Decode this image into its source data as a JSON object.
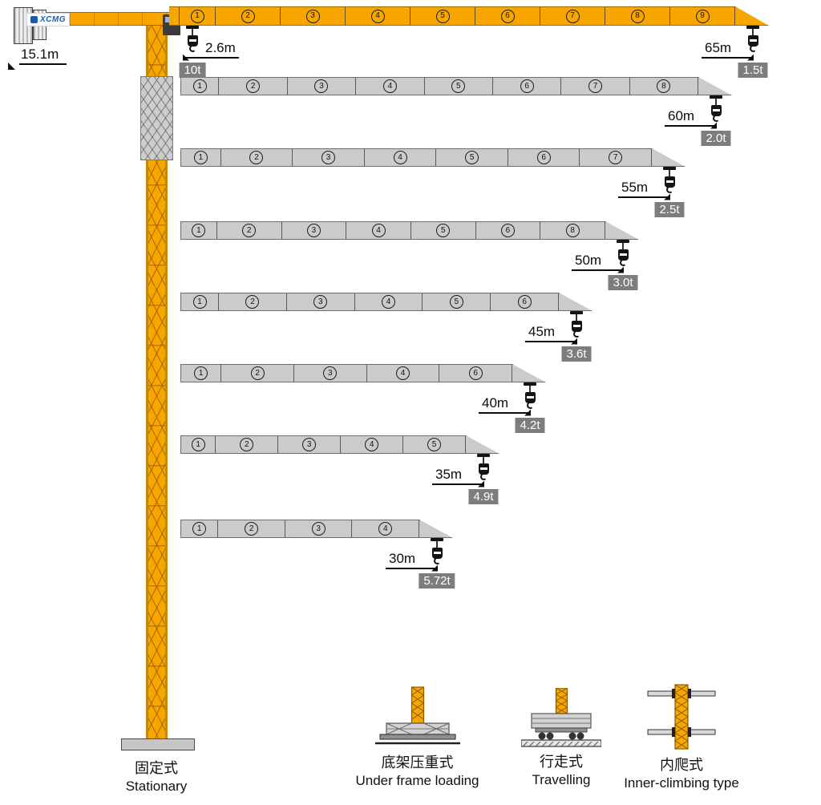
{
  "brand": {
    "logo_text": "XCMG"
  },
  "main_jib": {
    "segments": [
      "1",
      "2",
      "3",
      "4",
      "5",
      "6",
      "7",
      "8",
      "9"
    ],
    "counter_jib_length": "15.1m",
    "inner": {
      "radius": "2.6m",
      "capacity": "10t"
    },
    "tip": {
      "radius": "65m",
      "capacity": "1.5t"
    }
  },
  "jibs": [
    {
      "length_m": 60,
      "radius": "60m",
      "capacity": "2.0t",
      "segments": [
        "1",
        "2",
        "3",
        "4",
        "5",
        "6",
        "7",
        "8"
      ]
    },
    {
      "length_m": 55,
      "radius": "55m",
      "capacity": "2.5t",
      "segments": [
        "1",
        "2",
        "3",
        "4",
        "5",
        "6",
        "7"
      ]
    },
    {
      "length_m": 50,
      "radius": "50m",
      "capacity": "3.0t",
      "segments": [
        "1",
        "2",
        "3",
        "4",
        "5",
        "6",
        "8"
      ]
    },
    {
      "length_m": 45,
      "radius": "45m",
      "capacity": "3.6t",
      "segments": [
        "1",
        "2",
        "3",
        "4",
        "5",
        "6"
      ]
    },
    {
      "length_m": 40,
      "radius": "40m",
      "capacity": "4.2t",
      "segments": [
        "1",
        "2",
        "3",
        "4",
        "6"
      ]
    },
    {
      "length_m": 35,
      "radius": "35m",
      "capacity": "4.9t",
      "segments": [
        "1",
        "2",
        "3",
        "4",
        "5"
      ]
    },
    {
      "length_m": 30,
      "radius": "30m",
      "capacity": "5.72t",
      "segments": [
        "1",
        "2",
        "3",
        "4"
      ]
    }
  ],
  "base_types": [
    {
      "zh": "固定式",
      "en": "Stationary"
    },
    {
      "zh": "底架压重式",
      "en": "Under frame loading"
    },
    {
      "zh": "行走式",
      "en": "Travelling"
    },
    {
      "zh": "内爬式",
      "en": "Inner-climbing type"
    }
  ],
  "colors": {
    "crane_yellow": "#F7A600",
    "jib_gray": "#CBCBCB",
    "badge_gray": "#7D7D7D",
    "logo_blue": "#1C5CA8"
  }
}
